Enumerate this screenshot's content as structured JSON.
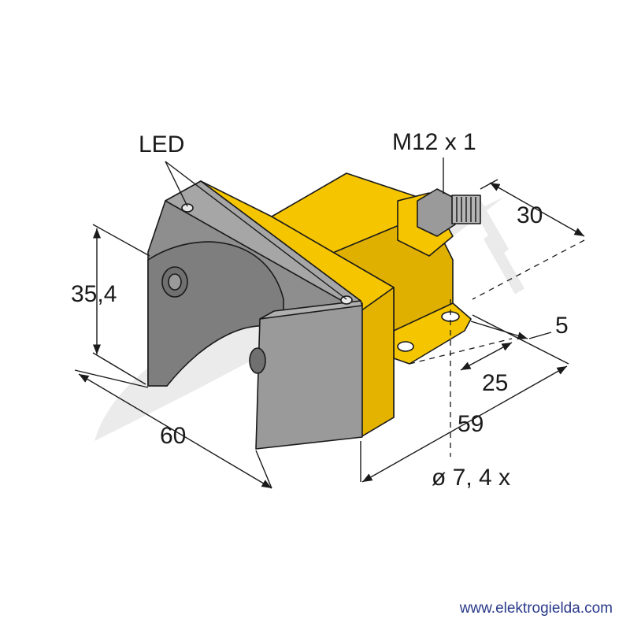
{
  "labels": {
    "led": "LED",
    "thread": "M12 x 1",
    "d30": "30",
    "d354": "35,4",
    "d5": "5",
    "d25": "25",
    "d59": "59",
    "d60": "60",
    "hole": "ø 7,  4 x"
  },
  "website": "www.elektrogielda.com",
  "colors": {
    "housing_yellow": "#f5c500",
    "housing_yellow_dark": "#d7a800",
    "face_gray": "#8e8e8e",
    "face_gray_dark": "#6f6f6f",
    "line": "#1a1a1a"
  }
}
